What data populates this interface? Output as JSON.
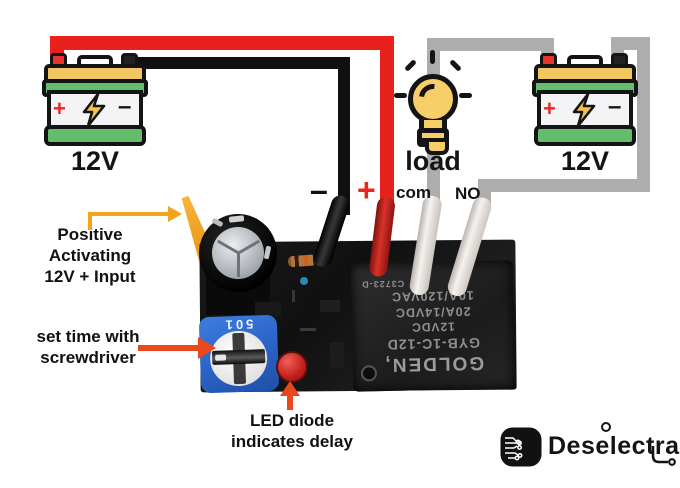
{
  "batteries": {
    "left": {
      "label": "12V",
      "plus": "+",
      "minus": "–"
    },
    "right": {
      "label": "12V",
      "plus": "+",
      "minus": "–"
    }
  },
  "load": {
    "label": "load"
  },
  "terminals": {
    "minus": "–",
    "plus": "+",
    "com": "com",
    "no": "NO"
  },
  "annotations": {
    "positive_input": {
      "line1": "Positive",
      "line2": "Activating",
      "line3": "12V + Input"
    },
    "set_time": {
      "line1": "set time with",
      "line2": "screwdriver"
    },
    "led": {
      "line1": "LED diode",
      "line2": "indicates delay"
    }
  },
  "board": {
    "relay": {
      "brand": "GOLDEN,",
      "model": "GYB-1C-12D",
      "voltage": "12VDC",
      "rating_dc": "20A/14VDC",
      "rating_ac": "10A/120VAC",
      "code": "C3723-D"
    },
    "potentiometer_marking": "501"
  },
  "logo": {
    "text": "Deselectra"
  },
  "colors": {
    "wire_red": "#E9211C",
    "wire_black": "#101010",
    "wire_gray": "#ADADAD",
    "arrow_amber": "#F2A41C",
    "arrow_orange_red": "#E8481C",
    "battery_green": "#63BD6C",
    "battery_yellow": "#F2C661",
    "bulb_yellow": "#F7CE68",
    "pot_blue": "#2E6FD8",
    "led_red": "#C9201A"
  }
}
